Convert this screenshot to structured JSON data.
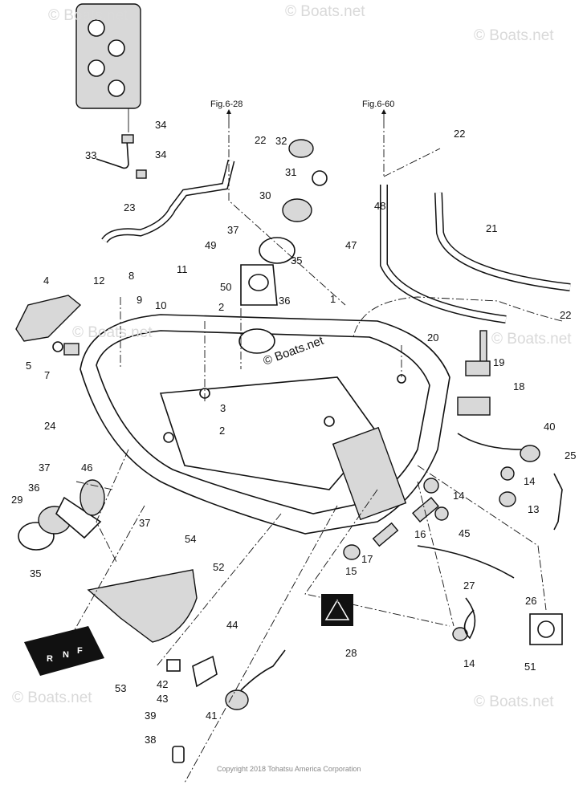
{
  "watermark": "© Boats.net",
  "center_watermark": "© Boats.net",
  "copyright": "Copyright 2018 Tohatsu America Corporation",
  "figure_refs": [
    "Fig.6-28",
    "Fig.6-60"
  ],
  "callouts": [
    "34",
    "33",
    "34",
    "22",
    "32",
    "31",
    "30",
    "22",
    "48",
    "23",
    "37",
    "49",
    "35",
    "47",
    "21",
    "8",
    "11",
    "12",
    "50",
    "9",
    "10",
    "2",
    "36",
    "1",
    "4",
    "22",
    "20",
    "5",
    "7",
    "19",
    "18",
    "3",
    "2",
    "24",
    "40",
    "25",
    "37",
    "46",
    "36",
    "14",
    "14",
    "13",
    "29",
    "37",
    "16",
    "45",
    "54",
    "17",
    "15",
    "35",
    "52",
    "27",
    "26",
    "44",
    "28",
    "14",
    "51",
    "53",
    "42",
    "43",
    "41",
    "39",
    "38"
  ],
  "decal_letters": [
    "R",
    "N",
    "F"
  ]
}
